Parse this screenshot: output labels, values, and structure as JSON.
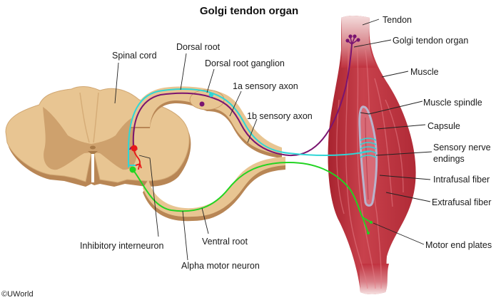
{
  "title": "Golgi tendon organ",
  "copyright": "©UWorld",
  "labels": {
    "spinal_cord": "Spinal cord",
    "dorsal_root": "Dorsal root",
    "dorsal_root_ganglion": "Dorsal root ganglion",
    "sensory_1a": "1a sensory axon",
    "sensory_1b": "1b sensory axon",
    "inhibitory_interneuron": "Inhibitory interneuron",
    "ventral_root": "Ventral root",
    "alpha_motor_neuron": "Alpha motor neuron",
    "tendon": "Tendon",
    "golgi_tendon_organ": "Golgi tendon organ",
    "muscle": "Muscle",
    "muscle_spindle": "Muscle spindle",
    "capsule": "Capsule",
    "sensory_nerve_endings_line1": "Sensory nerve",
    "sensory_nerve_endings_line2": "endings",
    "intrafusal_fiber": "Intrafusal fiber",
    "extrafusal_fiber": "Extrafusal fiber",
    "motor_end_plates": "Motor end plates"
  },
  "colors": {
    "cord": "#e8c592",
    "cord_dark": "#c49462",
    "gray_matter": "#c99a66",
    "muscle": "#c0323f",
    "muscle_light": "#d9646d",
    "axon_1a": "#2fd6d6",
    "axon_1b": "#7a1470",
    "motor": "#22d422",
    "interneuron": "#e81818",
    "capsule": "#b9b3cc"
  }
}
